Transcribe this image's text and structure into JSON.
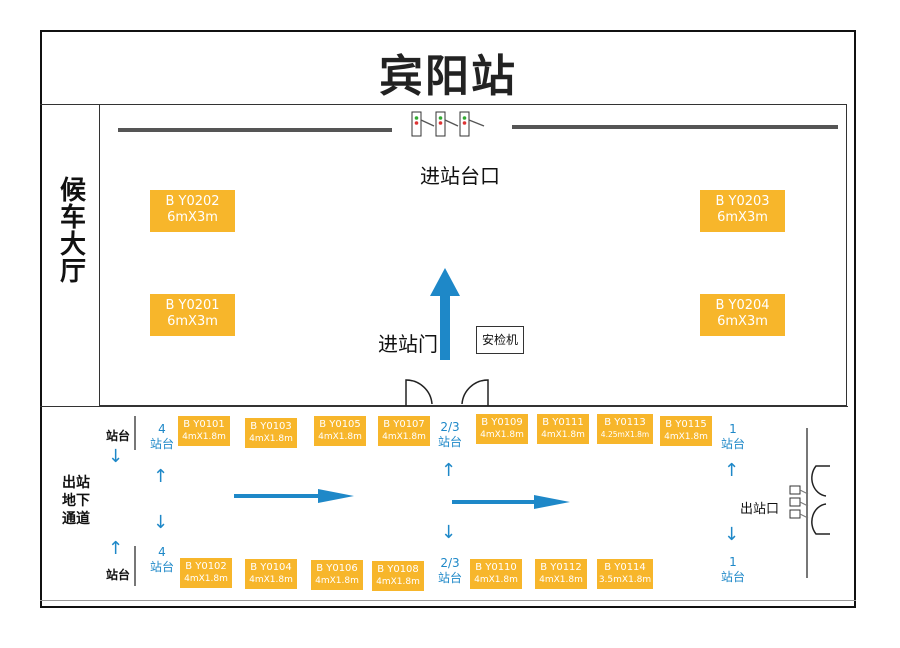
{
  "title": "宾阳站",
  "hall_label": "候车大厅",
  "entrance_label": "进站台口",
  "gate_label": "进站门",
  "security_label": "安检机",
  "exit_passage_label": "出站地下通道",
  "exit_label": "出站口",
  "colors": {
    "ad_bg": "#f7b62b",
    "arrow": "#1e88c8",
    "frame": "#111111"
  },
  "hall_ads": [
    {
      "code": "B Y0202",
      "size": "6mX3m"
    },
    {
      "code": "B Y0203",
      "size": "6mX3m"
    },
    {
      "code": "B Y0201",
      "size": "6mX3m"
    },
    {
      "code": "B Y0204",
      "size": "6mX3m"
    }
  ],
  "top_ads": [
    {
      "code": "B Y0101",
      "size": "4mX1.8m"
    },
    {
      "code": "B Y0103",
      "size": "4mX1.8m"
    },
    {
      "code": "B Y0105",
      "size": "4mX1.8m"
    },
    {
      "code": "B Y0107",
      "size": "4mX1.8m"
    },
    {
      "code": "B Y0109",
      "size": "4mX1.8m"
    },
    {
      "code": "B Y0111",
      "size": "4mX1.8m"
    },
    {
      "code": "B Y0113",
      "size": "4.25mX1.8m"
    },
    {
      "code": "B Y0115",
      "size": "4mX1.8m"
    }
  ],
  "bottom_ads": [
    {
      "code": "B Y0102",
      "size": "4mX1.8m"
    },
    {
      "code": "B Y0104",
      "size": "4mX1.8m"
    },
    {
      "code": "B Y0106",
      "size": "4mX1.8m"
    },
    {
      "code": "B Y0108",
      "size": "4mX1.8m"
    },
    {
      "code": "B Y0110",
      "size": "4mX1.8m"
    },
    {
      "code": "B Y0112",
      "size": "4mX1.8m"
    },
    {
      "code": "B Y0114",
      "size": "3.5mX1.8m"
    }
  ],
  "platforms": {
    "platform_word": "站台",
    "p4": "4",
    "p23": "2/3",
    "p1": "1"
  }
}
